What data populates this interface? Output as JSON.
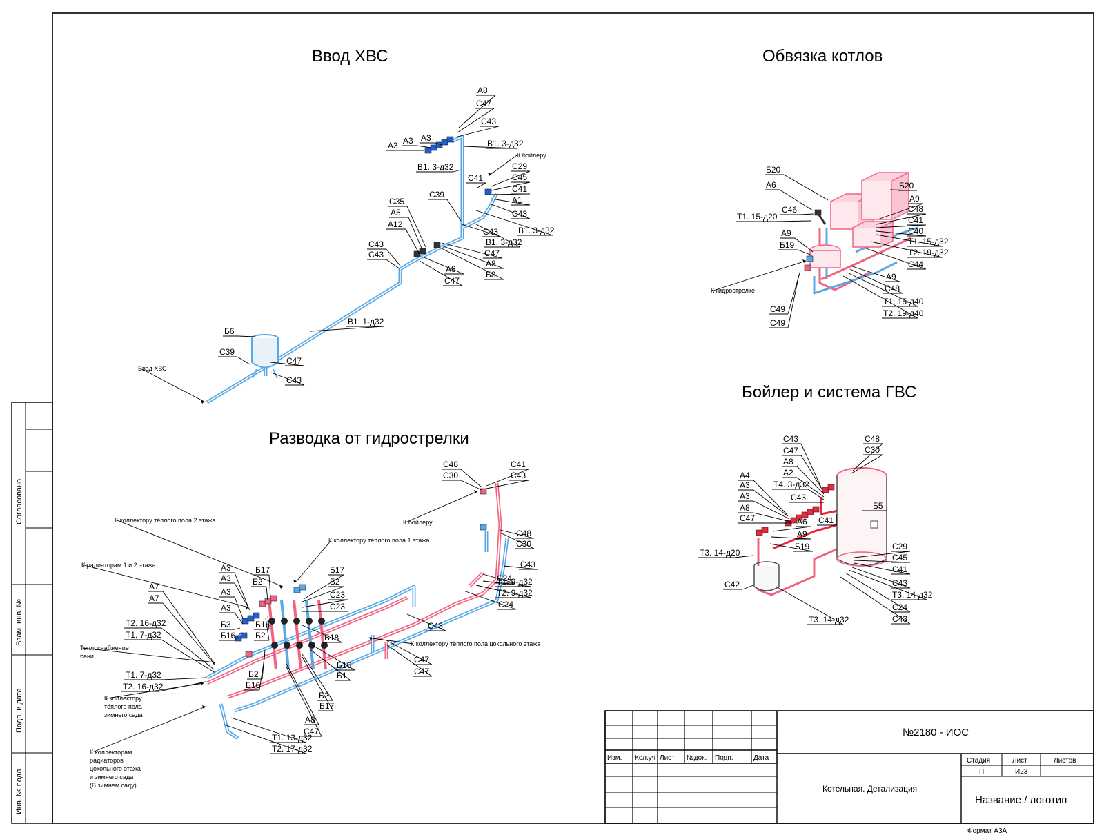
{
  "colors": {
    "cold": "#5aa9e6",
    "cold_dark": "#1f5fd1",
    "hot": "#f06482",
    "hot_dark": "#e8283c",
    "line": "#000000"
  },
  "sections": {
    "hvs": {
      "title": "Ввод ХВС"
    },
    "boilers": {
      "title": "Обвязка котлов"
    },
    "gvs": {
      "title": "Бойлер и система ГВС"
    },
    "razvodka": {
      "title": "Разводка от гидрострелки"
    }
  },
  "labels": [
    "А8",
    "С47",
    "С43",
    "А3",
    "А3",
    "А3",
    "В1. 3-д32",
    "В1. 3-д32",
    "С41",
    "С29",
    "С45",
    "С41",
    "А1",
    "С43",
    "С39",
    "В1. 3-д32",
    "С43",
    "В1. 3-д32",
    "С47",
    "А8",
    "Б8",
    "С35",
    "А5",
    "А12",
    "С43",
    "С43",
    "А8",
    "С47",
    "В1. 1-д32",
    "Б6",
    "С39",
    "С47",
    "С43",
    "Б20",
    "Б20",
    "А6",
    "С46",
    "Т1. 15-д20",
    "А9",
    "Б19",
    "А9",
    "С48",
    "С41",
    "С40",
    "Т1. 15-д32",
    "Т2. 19-д32",
    "С44",
    "А9",
    "С48",
    "Т1. 15-д40",
    "Т2. 19-д40",
    "С49",
    "С49",
    "С43",
    "С47",
    "А8",
    "А2",
    "Т4. 3-д32",
    "С43",
    "С41",
    "С48",
    "С30",
    "Б5",
    "А4",
    "А3",
    "А3",
    "А8",
    "С47",
    "А6",
    "А9",
    "Б19",
    "Т3. 14-д20",
    "С42",
    "Т3. 14-д32",
    "С29",
    "С45",
    "С41",
    "С43",
    "Т3. 14-д32",
    "С24",
    "С43",
    "С48",
    "С30",
    "С41",
    "С43",
    "С48",
    "С30",
    "С43",
    "С24",
    "Т1. 9-д32",
    "Т2. 9-д32",
    "С24",
    "С43",
    "С47",
    "С47",
    "А3",
    "А3",
    "А3",
    "Б17",
    "Б2",
    "Б17",
    "Б2",
    "С23",
    "С23",
    "А3",
    "Б3",
    "Б16",
    "Б16",
    "Б2",
    "Б18",
    "Б16",
    "Б1",
    "Б2",
    "Б16",
    "Б2",
    "Б17",
    "А8",
    "С47",
    "Т1. 13-д32",
    "Т2. 17-д32",
    "А7",
    "А7",
    "Т2. 16-д32",
    "Т1. 7-д32",
    "Т1. 7-д32",
    "Т2. 16-д32"
  ],
  "notes": [
    "К бойлеру",
    "Ввод ХВС",
    "К гидрострелке",
    "К бойлеру",
    "К коллектору тёплого пола 2 этажа",
    "К коллектору тёплого пола 1 этажа",
    "К радиаторам 1 и 2 этажа",
    "К коллектору тёплого пола цокольного этажа",
    "Теплоснабжение",
    "бани",
    "К коллектору",
    "тёплого пола",
    "зимнего сада",
    "К коллекторам",
    "радиаторов",
    "цокольного этажа",
    "и зимнего сада",
    "(В зимнем саду)"
  ],
  "side_stamp": {
    "soglasovano": "Согласовано",
    "vzam": "Взам. инв. №",
    "podp": "Подп. и дата",
    "inv": "Инв. № подл."
  },
  "title_block": {
    "headers": [
      "Изм.",
      "Кол.уч",
      "Лист",
      "№док.",
      "Подп.",
      "Дата"
    ],
    "doc_code": "№2180 - ИОС",
    "doc_name": "Котельная. Детализация",
    "stage_label": "Стадия",
    "sheet_label": "Лист",
    "sheets_label": "Листов",
    "stage": "П",
    "sheet": "И23",
    "sheets": "",
    "logo": "Название / логотип",
    "format": "Формат А3А"
  }
}
